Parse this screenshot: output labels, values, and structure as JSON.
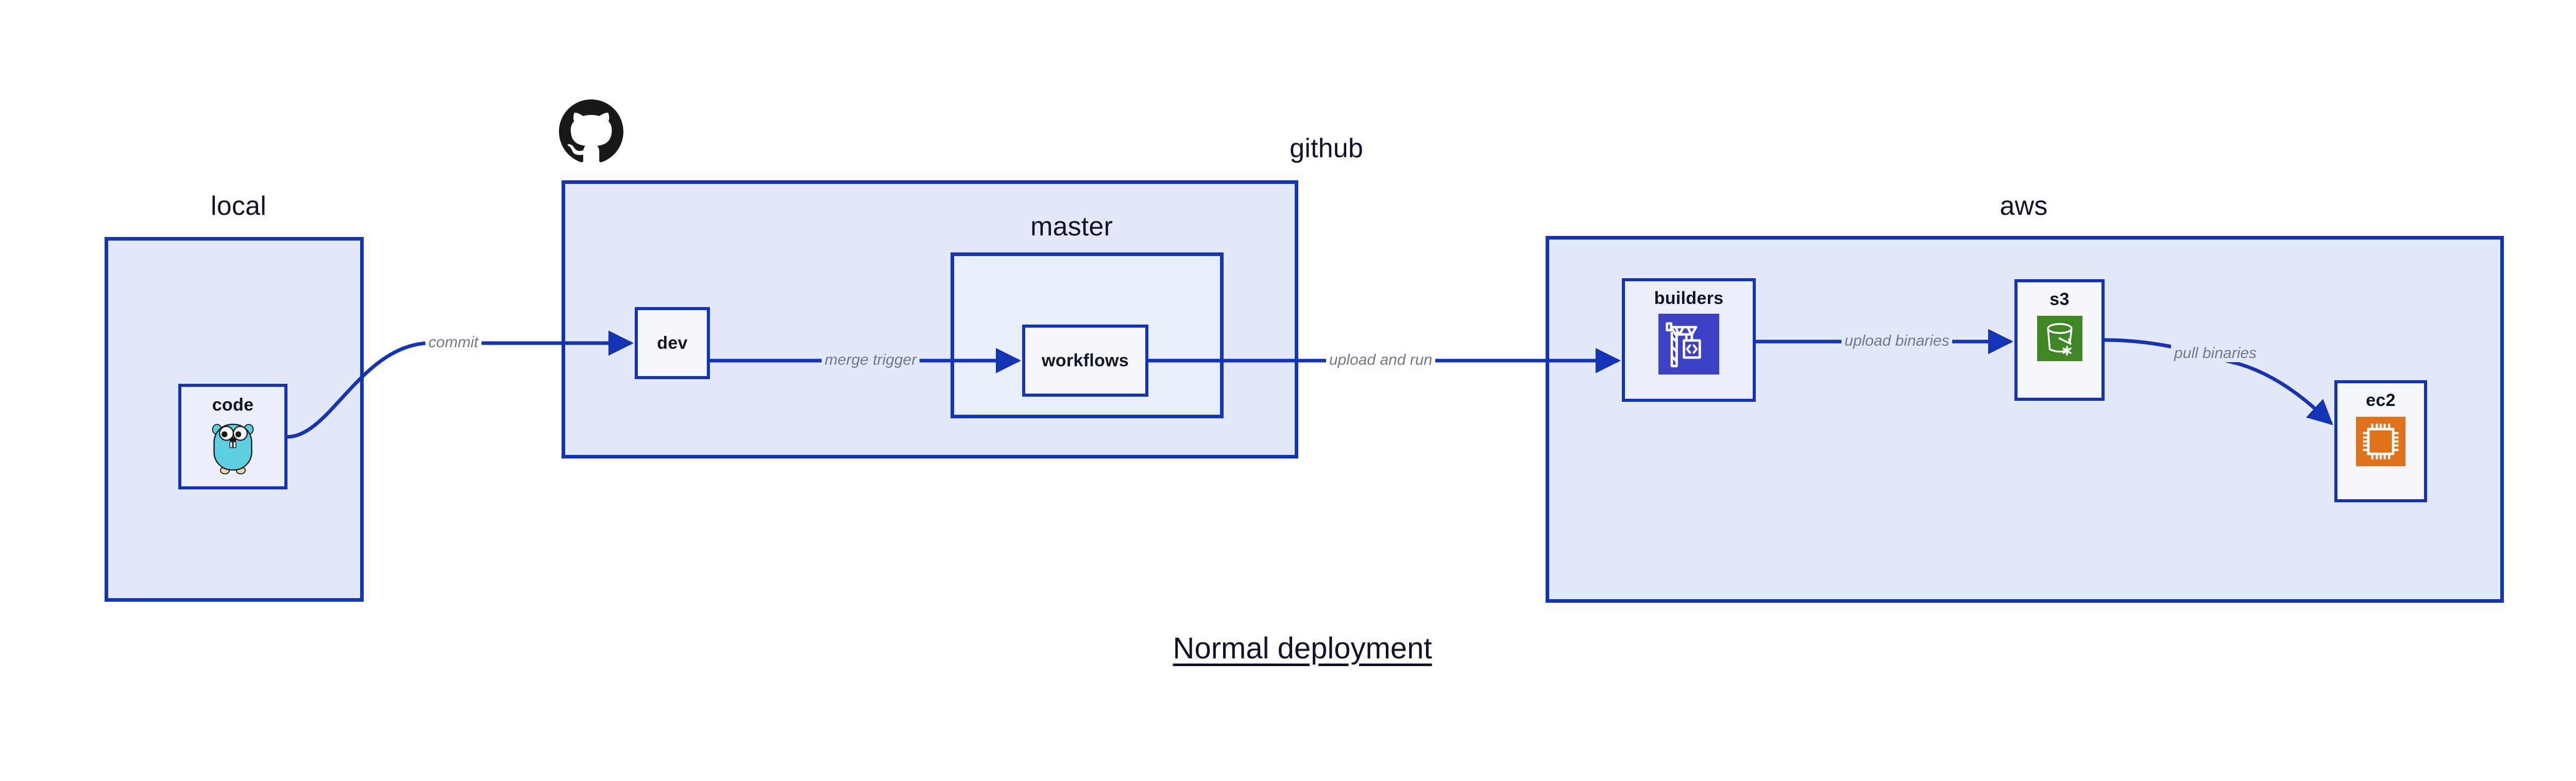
{
  "diagram": {
    "caption": "Normal deployment",
    "background": "#ffffff",
    "accent_border": "#1434b8",
    "group_fill": "#e3e8fa",
    "node_fill": "#eaeffb",
    "label_color": "#12122b",
    "edge_label_color": "#72778c"
  },
  "groups": [
    {
      "id": "local",
      "label": "local"
    },
    {
      "id": "github",
      "label": "github"
    },
    {
      "id": "master",
      "label": "master"
    },
    {
      "id": "aws",
      "label": "aws"
    }
  ],
  "nodes": [
    {
      "id": "code",
      "label": "code",
      "icon": "go-gopher-icon",
      "icon_color": "#5ccfe0"
    },
    {
      "id": "dev",
      "label": "dev",
      "icon": "none",
      "icon_color": ""
    },
    {
      "id": "workflows",
      "label": "workflows",
      "icon": "none",
      "icon_color": ""
    },
    {
      "id": "builders",
      "label": "builders",
      "icon": "aws-codebuild-icon",
      "icon_color": "#3c41c5"
    },
    {
      "id": "s3",
      "label": "s3",
      "icon": "aws-s3-glacier-icon",
      "icon_color": "#3f8624"
    },
    {
      "id": "ec2",
      "label": "ec2",
      "icon": "aws-ec2-icon",
      "icon_color": "#e0701a"
    }
  ],
  "edges": [
    {
      "id": "code-dev",
      "from": "code",
      "to": "dev",
      "label": "commit"
    },
    {
      "id": "dev-workflows",
      "from": "dev",
      "to": "workflows",
      "label": "merge trigger"
    },
    {
      "id": "wf-builders",
      "from": "workflows",
      "to": "builders",
      "label": "upload and run"
    },
    {
      "id": "builders-s3",
      "from": "builders",
      "to": "s3",
      "label": "upload binaries"
    },
    {
      "id": "s3-ec2",
      "from": "s3",
      "to": "ec2",
      "label": "pull binaries"
    }
  ],
  "logos": [
    {
      "id": "github-logo",
      "name": "github-octocat-logo",
      "color": "#18181b"
    }
  ]
}
